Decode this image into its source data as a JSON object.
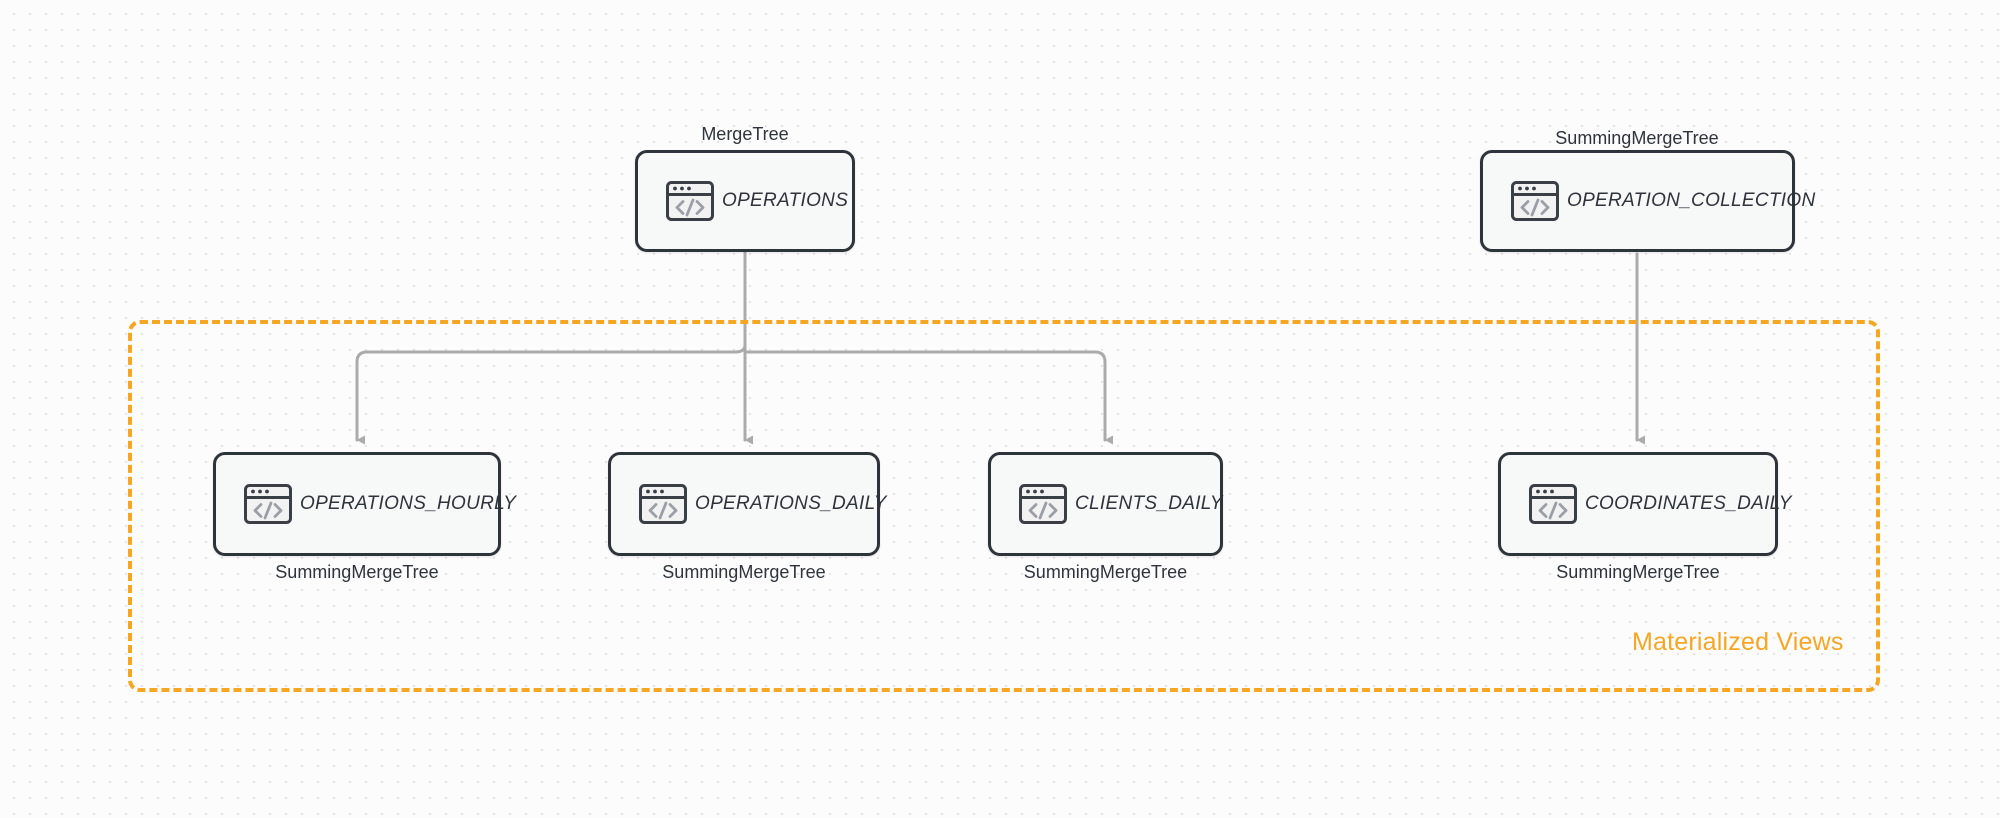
{
  "diagram": {
    "title": "ClickHouse table and materialized view topology",
    "background_color": "#fcfcfc",
    "accent_color": "#f5a623",
    "node_border_color": "#2f333a",
    "node_fill_color": "#f7f8f8",
    "connector_color": "#ababab"
  },
  "group": {
    "label": "Materialized Views",
    "border_style": "dashed",
    "border_color": "#f5a623"
  },
  "sources": [
    {
      "id": "operations",
      "name": "OPERATIONS",
      "engine": "MergeTree",
      "engine_position": "above",
      "icon": "code-window-icon"
    },
    {
      "id": "operation_collection",
      "name": "OPERATION_COLLECTION",
      "engine": "SummingMergeTree",
      "engine_position": "above",
      "icon": "code-window-icon"
    }
  ],
  "views": [
    {
      "id": "operations_hourly",
      "name": "OPERATIONS_HOURLY",
      "engine": "SummingMergeTree",
      "engine_position": "below",
      "icon": "code-window-icon"
    },
    {
      "id": "operations_daily",
      "name": "OPERATIONS_DAILY",
      "engine": "SummingMergeTree",
      "engine_position": "below",
      "icon": "code-window-icon"
    },
    {
      "id": "clients_daily",
      "name": "CLIENTS_DAILY",
      "engine": "SummingMergeTree",
      "engine_position": "below",
      "icon": "code-window-icon"
    },
    {
      "id": "coordinates_daily",
      "name": "COORDINATES_DAILY",
      "engine": "SummingMergeTree",
      "engine_position": "below",
      "icon": "code-window-icon"
    }
  ],
  "edges": [
    {
      "from": "operations",
      "to": "operations_hourly"
    },
    {
      "from": "operations",
      "to": "operations_daily"
    },
    {
      "from": "operations",
      "to": "clients_daily"
    },
    {
      "from": "operation_collection",
      "to": "coordinates_daily"
    }
  ]
}
